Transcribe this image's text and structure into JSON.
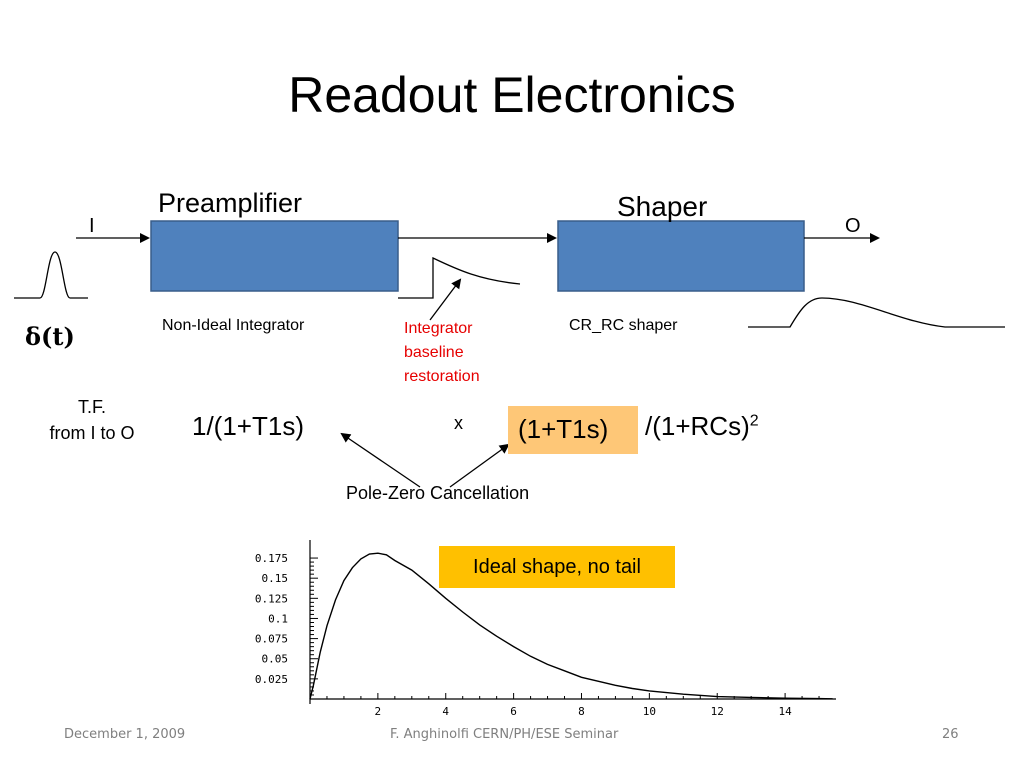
{
  "slide": {
    "title": "Readout Electronics",
    "footer_date": "December 1, 2009",
    "footer_center": "F. Anghinolfi CERN/PH/ESE Seminar",
    "footer_page": "26"
  },
  "diagram": {
    "input_label": "I",
    "output_label": "O",
    "preamp_label": "Preamplifier",
    "shaper_label": "Shaper",
    "preamp_caption": "Non-Ideal Integrator",
    "shaper_caption": "CR_RC shaper",
    "delta_label": "δ(t)",
    "restoration_line1": "Integrator",
    "restoration_line2": "baseline",
    "restoration_line3": "restoration",
    "block_color": "#4f81bd",
    "highlight_color": "#fec777",
    "annotation_color": "#e60000"
  },
  "transfer": {
    "tf_line1": "T.F.",
    "tf_line2": "from I to O",
    "term1": "1/(1+T1s)",
    "times": "x",
    "term2": "(1+T1s)",
    "term3": "/(1+RCs)",
    "exponent": "2",
    "pole_zero": "Pole-Zero Cancellation"
  },
  "chart_note": "Ideal shape, no tail",
  "chart_data": {
    "type": "line",
    "x_ticks": [
      2,
      4,
      6,
      8,
      10,
      12,
      14
    ],
    "y_ticks": [
      0.025,
      0.05,
      0.075,
      0.1,
      0.125,
      0.15,
      0.175
    ],
    "y_tick_labels": [
      "0.025",
      "0.05",
      "0.075",
      "0.1",
      "0.125",
      "0.15",
      "0.175"
    ],
    "xlim": [
      0,
      15.5
    ],
    "ylim": [
      -0.003,
      0.185
    ],
    "series": [
      {
        "x": [
          0,
          0.1,
          0.3,
          0.5,
          0.75,
          1,
          1.25,
          1.5,
          1.75,
          2,
          2.25,
          2.5,
          3,
          3.5,
          4,
          4.5,
          5,
          5.5,
          6,
          6.5,
          7,
          7.5,
          8,
          8.5,
          9,
          9.5,
          10,
          11,
          12,
          13,
          14,
          15,
          15.4
        ],
        "y": [
          0,
          0.017,
          0.058,
          0.091,
          0.123,
          0.147,
          0.163,
          0.174,
          0.18,
          0.181,
          0.179,
          0.172,
          0.16,
          0.143,
          0.125,
          0.108,
          0.092,
          0.078,
          0.065,
          0.053,
          0.043,
          0.035,
          0.027,
          0.022,
          0.017,
          0.013,
          0.01,
          0.006,
          0.003,
          0.002,
          0.001,
          0.0005,
          0.0003
        ]
      }
    ]
  }
}
